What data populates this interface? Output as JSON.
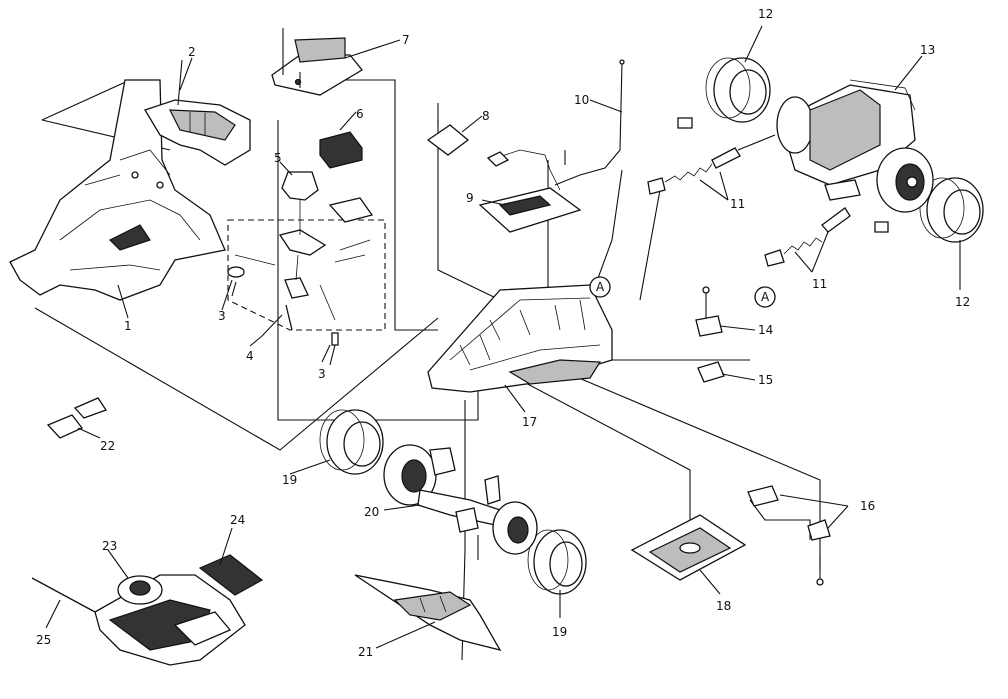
{
  "callouts": {
    "c1": "1",
    "c2": "2",
    "c3a": "3",
    "c3b": "3",
    "c4": "4",
    "c5": "5",
    "c6": "6",
    "c7": "7",
    "c8": "8",
    "c9": "9",
    "c10": "10",
    "c11a": "11",
    "c11b": "11",
    "c12a": "12",
    "c12b": "12",
    "c13": "13",
    "c14": "14",
    "c15": "15",
    "c16": "16",
    "c17": "17",
    "c18": "18",
    "c19a": "19",
    "c19b": "19",
    "c20": "20",
    "c21": "21",
    "c22": "22",
    "c23": "23",
    "c24": "24",
    "c25": "25",
    "refA1": "A",
    "refA2": "A"
  },
  "colors": {
    "ink": "#111111",
    "paper": "#ffffff"
  }
}
